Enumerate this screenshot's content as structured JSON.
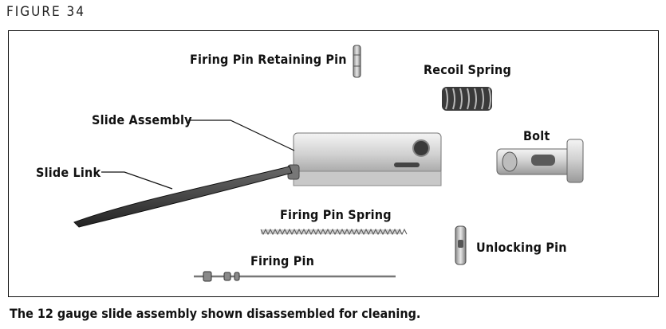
{
  "figure_label": "FIGURE 34",
  "labels": {
    "firing_pin_retaining_pin": "Firing Pin Retaining Pin",
    "recoil_spring": "Recoil Spring",
    "slide_assembly": "Slide Assembly",
    "bolt": "Bolt",
    "slide_link": "Slide Link",
    "firing_pin_spring": "Firing Pin Spring",
    "unlocking_pin": "Unlocking Pin",
    "firing_pin": "Firing Pin"
  },
  "caption": "The 12 gauge slide assembly shown disassembled for cleaning."
}
